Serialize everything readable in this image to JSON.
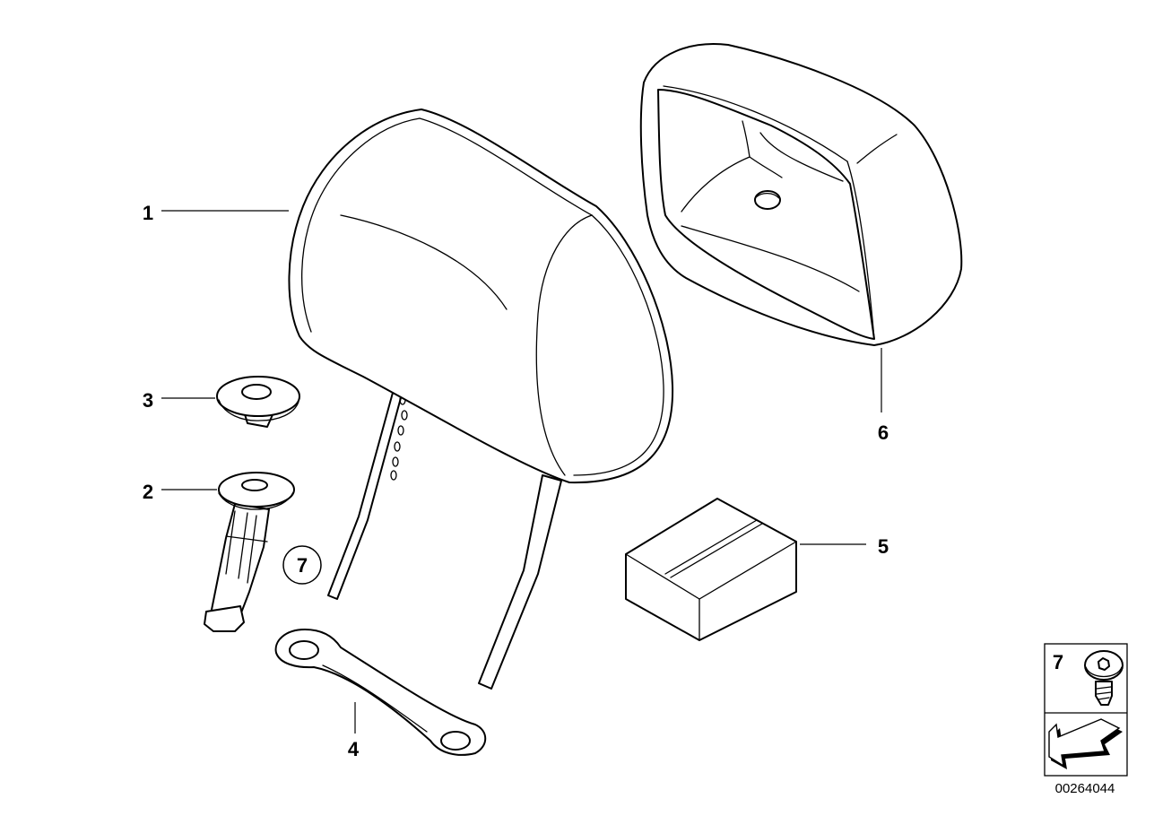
{
  "callouts": {
    "c1": "1",
    "c2": "2",
    "c3": "3",
    "c4": "4",
    "c5": "5",
    "c6": "6",
    "c7_circled": "7",
    "c7_inset": "7"
  },
  "diagram_id": "00264044"
}
